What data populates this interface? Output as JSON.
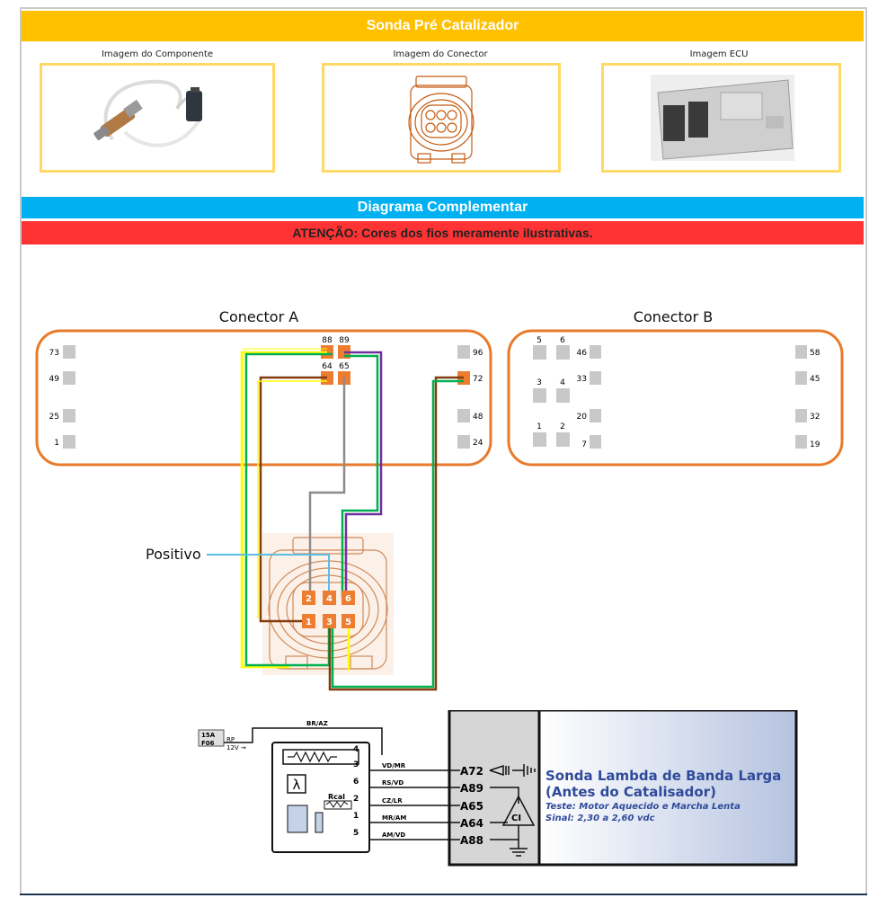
{
  "header": {
    "title": "Sonda Pré Catalizador"
  },
  "images": {
    "component_caption": "Imagem do Componente",
    "connector_caption": "Imagem do Conector",
    "ecu_caption": "Imagem ECU"
  },
  "diagram": {
    "title": "Diagrama Complementar",
    "warning": "ATENÇÃO: Cores dos fios meramente ilustrativas.",
    "connector_a": {
      "label": "Conector A",
      "left_pins": [
        "73",
        "49",
        "25",
        "1"
      ],
      "right_pins": [
        "96",
        "72",
        "48",
        "24"
      ],
      "top_pins": [
        "88",
        "89",
        "64",
        "65"
      ]
    },
    "connector_b": {
      "label": "Conector B",
      "small_pins": [
        "5",
        "6",
        "3",
        "4",
        "1",
        "2"
      ],
      "mid_pins": [
        "46",
        "33",
        "20",
        "7"
      ],
      "right_pins": [
        "58",
        "45",
        "32",
        "19"
      ]
    },
    "sensor_connector": {
      "pins": [
        "2",
        "4",
        "6",
        "1",
        "3",
        "5"
      ],
      "positive_label": "Positivo"
    }
  },
  "schematic": {
    "fuse": "15A",
    "fuse_id": "F06",
    "relay": "RP",
    "voltage": "12V →",
    "top_wire": "BR/AZ",
    "pin_numbers": [
      "4",
      "3",
      "6",
      "2",
      "1",
      "5"
    ],
    "rcal": "Rcal",
    "lambda": "λ",
    "wires": [
      "VD/MR",
      "RS/VD",
      "CZ/LR",
      "MR/AM",
      "AM/VD"
    ],
    "ecu_pins": [
      "A72",
      "A89",
      "A65",
      "A64",
      "A88"
    ],
    "ci": "CI",
    "title_line1": "Sonda Lambda de Banda Larga",
    "title_line2": "(Antes do Catalisador)",
    "test": "Teste: Motor Aquecido e Marcha Lenta",
    "signal": "Sinal: 2,30 a 2,60 vdc"
  },
  "colors": {
    "header": "#ffc000",
    "diagram_bar": "#00b0f0",
    "warning_bar": "#ff3333",
    "connector_outline": "#e97a2b",
    "pin_active": "#ed7d31",
    "pin_inactive": "#c8c8c8",
    "wire_yellow": "#ffff00",
    "wire_green": "#00b050",
    "wire_brown": "#843c0c",
    "wire_purple": "#7030a0",
    "wire_gray": "#8c8c8c",
    "wire_blue": "#5bbde4"
  }
}
